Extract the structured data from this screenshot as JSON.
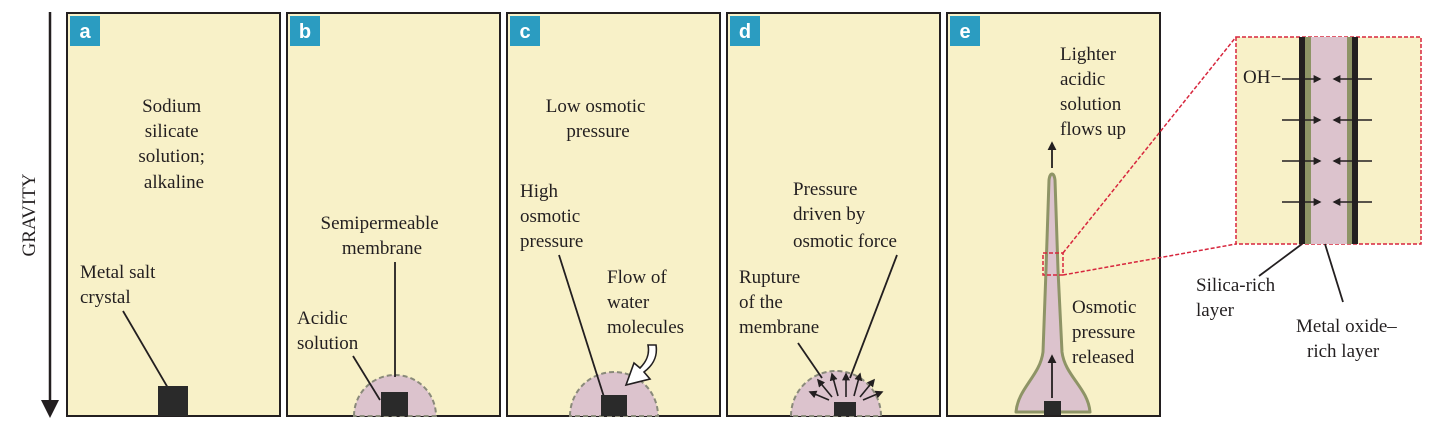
{
  "axis": {
    "label": "GRAVITY"
  },
  "colors": {
    "panel_fill": "#f8f1c8",
    "panel_stroke": "#231f20",
    "tag_fill": "#2b9cc1",
    "acid_fill": "#dcc3cd",
    "membrane_stroke": "#8a8a7a",
    "tube_stroke": "#8e9466",
    "zoom_stroke": "#d7263d",
    "ink": "#231f20"
  },
  "panels": [
    {
      "tag": "a",
      "labels": [
        "Sodium",
        "silicate",
        "solution;",
        "alkaline"
      ],
      "label2": [
        "Metal salt",
        "crystal"
      ]
    },
    {
      "tag": "b",
      "labels": [
        "Semipermeable",
        "membrane"
      ],
      "label2": [
        "Acidic",
        "solution"
      ]
    },
    {
      "tag": "c",
      "labels": [
        "Low osmotic",
        "pressure"
      ],
      "label2": [
        "High",
        "osmotic",
        "pressure"
      ],
      "label3": [
        "Flow of",
        "water",
        "molecules"
      ]
    },
    {
      "tag": "d",
      "labels": [
        "Pressure",
        "driven by",
        "osmotic force"
      ],
      "label2": [
        "Rupture",
        "of the",
        "membrane"
      ]
    },
    {
      "tag": "e",
      "labels": [
        "Lighter",
        "acidic",
        "solution",
        "flows up"
      ],
      "label2": [
        "Osmotic",
        "pressure",
        "released"
      ]
    }
  ],
  "zoom": {
    "ion_label": "OH−",
    "silica_label": [
      "Silica-rich",
      "layer"
    ],
    "oxide_label": [
      "Metal oxide–",
      "rich layer"
    ]
  },
  "icons": [
    "down-arrow-icon",
    "crystal-square-icon",
    "outward-arrow-icon",
    "inward-arrow-icon"
  ]
}
